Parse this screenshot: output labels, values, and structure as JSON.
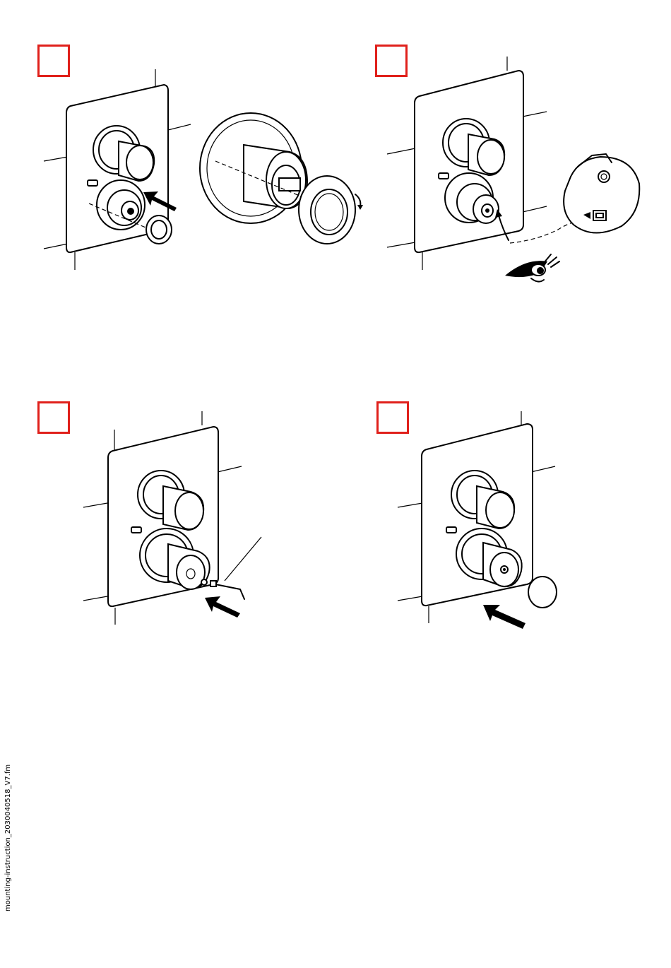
{
  "document": {
    "footer_filename": "mounting-instruction_2030040518_V7.fm"
  },
  "colors": {
    "step_box_border": "#e0201b",
    "line": "#000000",
    "background": "#ffffff"
  },
  "steps": [
    {
      "panel": "top-left",
      "figure": "panel-with-dial-and-cartridge-ring"
    },
    {
      "panel": "top-right",
      "figure": "panel-with-eye-inspection"
    },
    {
      "panel": "bottom-left",
      "figure": "panel-with-hex-key-screw"
    },
    {
      "panel": "bottom-right",
      "figure": "panel-with-cap-insertion"
    }
  ],
  "icons": [
    "arrow-icon",
    "eye-icon",
    "hex-key-icon",
    "cap-icon"
  ]
}
